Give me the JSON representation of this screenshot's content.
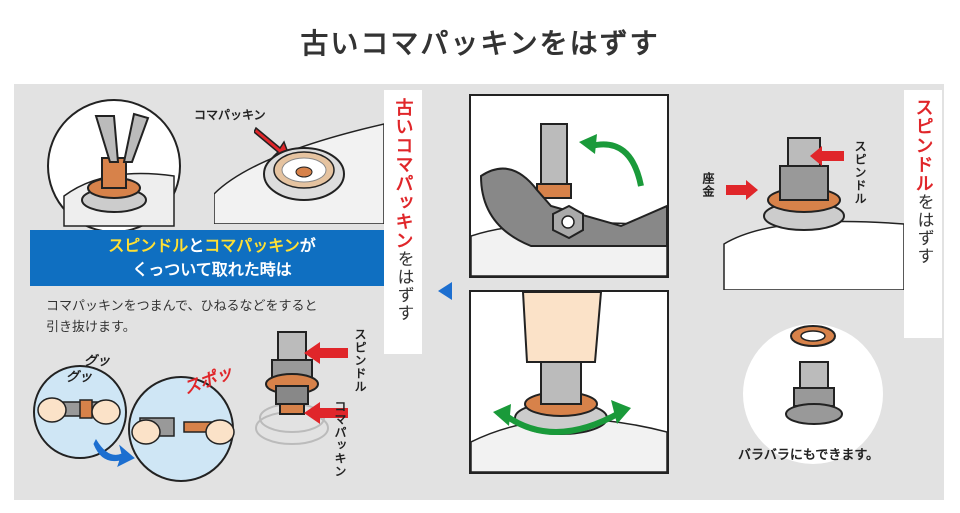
{
  "title": "古いコマパッキンをはずす",
  "step_left": {
    "label_red": "古いコマパッキン",
    "label_rest": "をはずす",
    "callout_koma": "コマパッキン",
    "banner_line1_a": "スピンドル",
    "banner_line1_b": "と",
    "banner_line1_c": "コマパッキン",
    "banner_line1_d": "が",
    "banner_line2": "くっついて取れた時は",
    "note_line1": "コマパッキンをつまんで、ひねるなどをすると",
    "note_line2": "引き抜けます。",
    "sfx_gugu1": "グッ",
    "sfx_gugu2": "グッ",
    "sfx_spo": "スポッ",
    "label_spindle": "スピンドル",
    "label_koma_vertical": "コマパッキン"
  },
  "step_right": {
    "label_red": "スピンドル",
    "label_rest": "をはずす",
    "label_spindle": "スピンドル",
    "label_zagane": "座金",
    "caption_bottom": "バラバラにもできます。"
  },
  "colors": {
    "accent_red": "#e0262a",
    "banner_blue": "#0f6fc1",
    "banner_yellow": "#ffe033",
    "arrow_green": "#1a9a3a",
    "arrow_blue": "#1d6fd0",
    "copper": "#d7824a"
  }
}
